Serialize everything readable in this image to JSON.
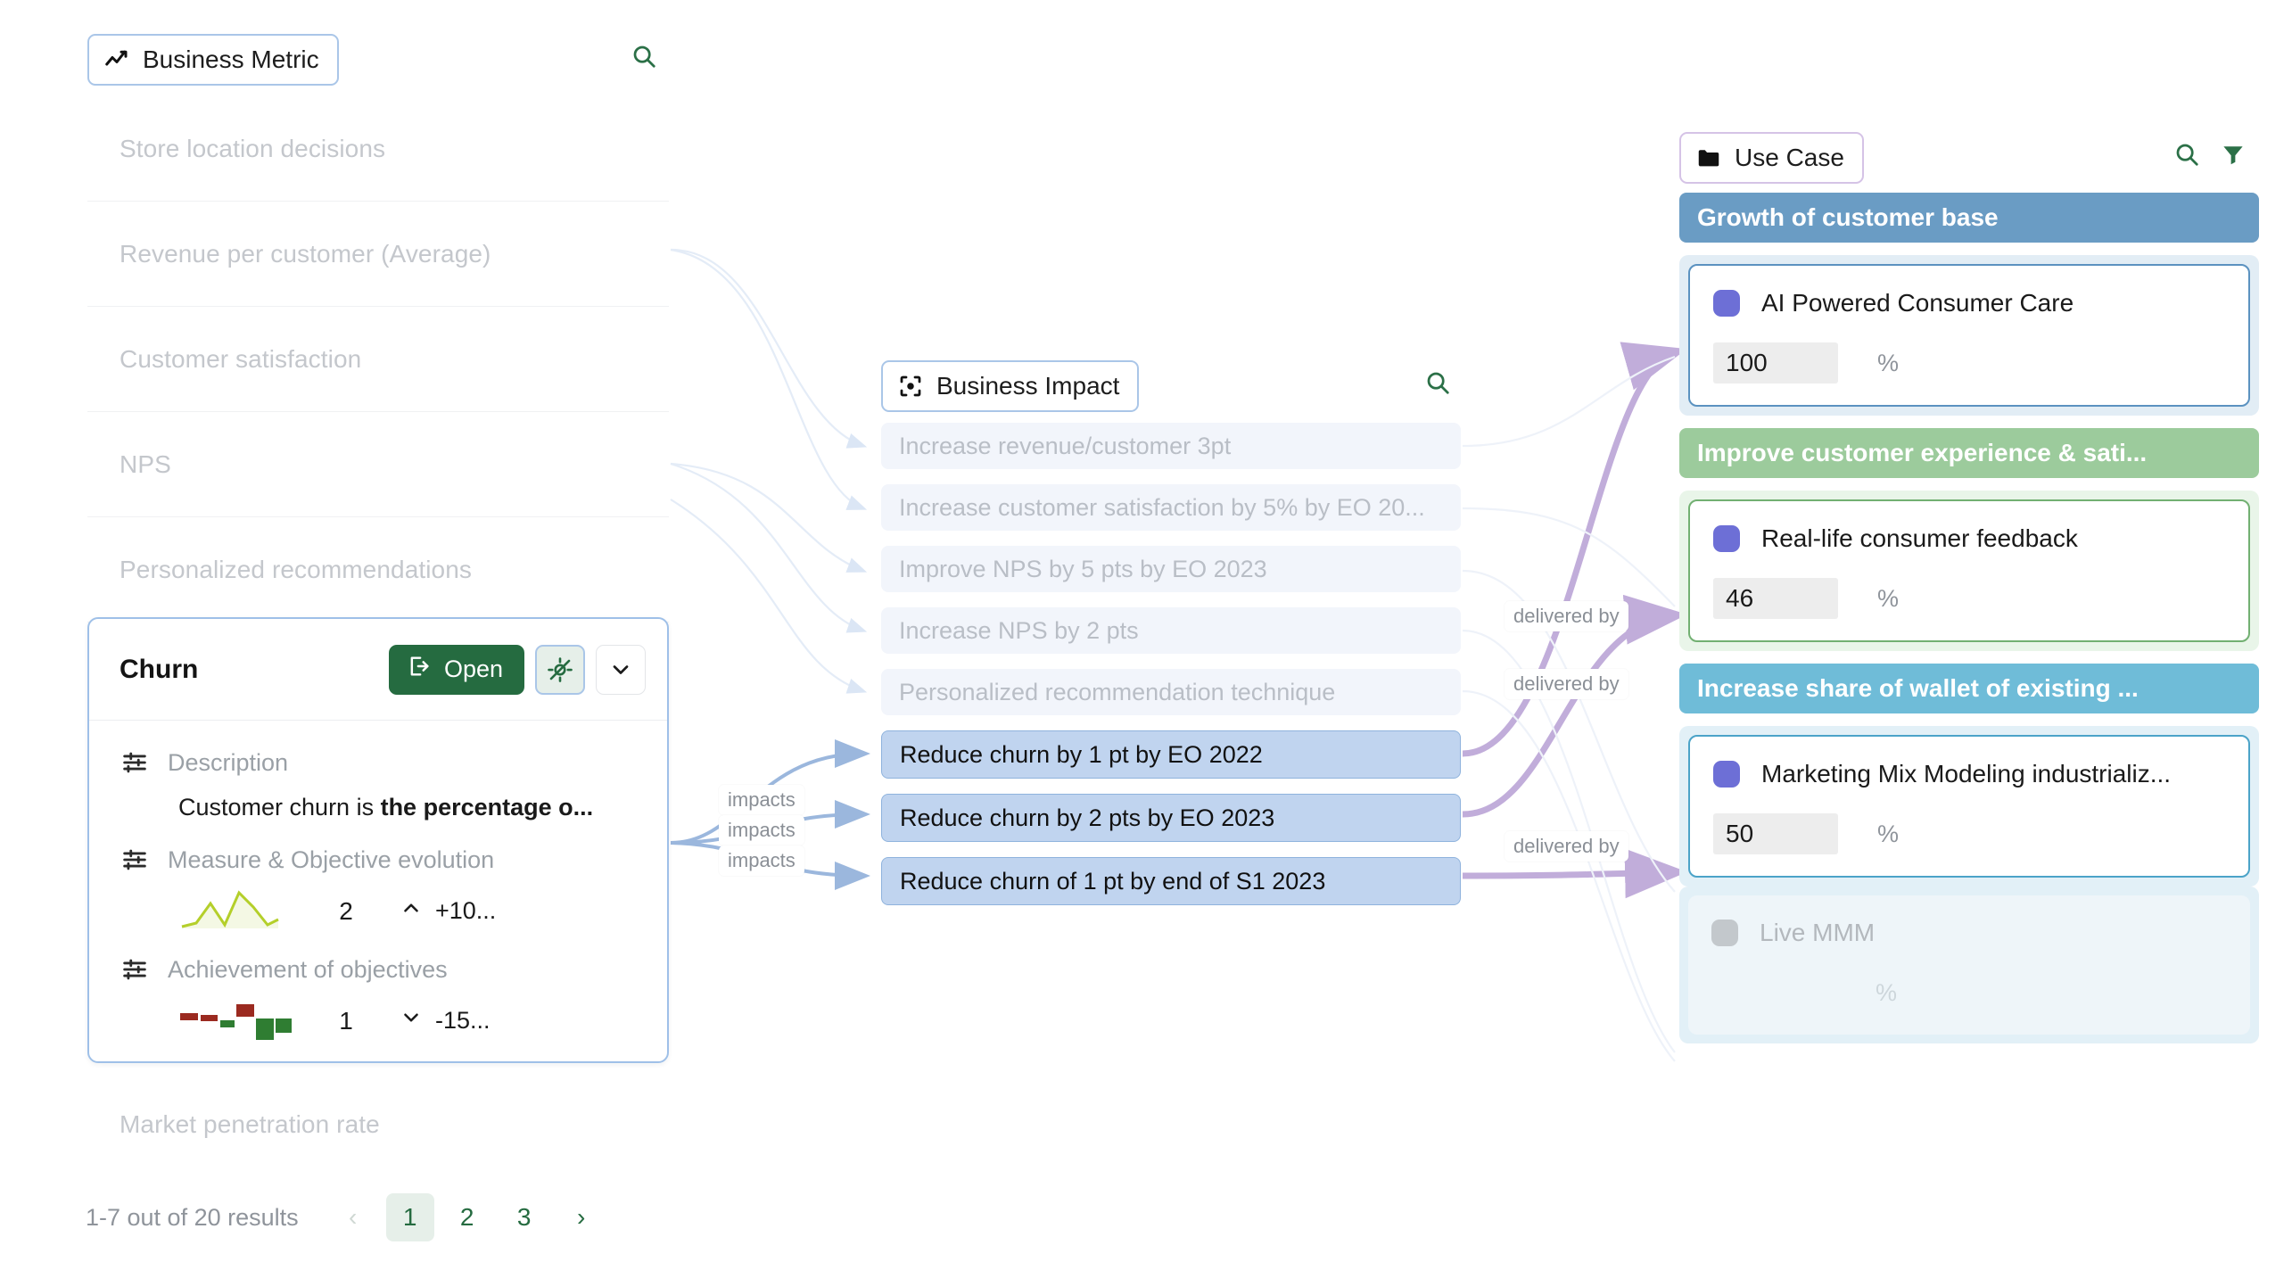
{
  "business_metric": {
    "pill_label": "Business Metric",
    "pill_icon": "line-chart-icon",
    "search_icon": "search-icon",
    "items": [
      {
        "label": "Store location decisions"
      },
      {
        "label": "Revenue per customer (Average)"
      },
      {
        "label": "Customer satisfaction"
      },
      {
        "label": "NPS"
      },
      {
        "label": "Personalized recommendations"
      }
    ],
    "trailing_items": [
      {
        "label": "Market penetration rate"
      }
    ],
    "selected_card": {
      "title": "Churn",
      "open_label": "Open",
      "open_icon": "external-link-icon",
      "focus_off_icon": "focus-off-icon",
      "chevron_icon": "chevron-down-icon",
      "description_label": "Description",
      "description_prefix": "Customer churn is ",
      "description_bold": "the percentage o...",
      "measure_label": "Measure & Objective evolution",
      "measure_value": "2",
      "measure_delta": "+10...",
      "measure_delta_dir": "up",
      "achievement_label": "Achievement of objectives",
      "achievement_value": "1",
      "achievement_delta": "-15...",
      "achievement_delta_dir": "down"
    },
    "pagination": {
      "summary": "1-7 out of 20 results",
      "prev": "‹",
      "next": "›",
      "pages": [
        "1",
        "2",
        "3"
      ],
      "current": "1"
    }
  },
  "business_impact": {
    "pill_label": "Business Impact",
    "pill_icon": "focus-target-icon",
    "search_icon": "search-icon",
    "items": [
      {
        "label": "Increase revenue/customer 3pt",
        "highlighted": false
      },
      {
        "label": "Increase customer satisfaction by 5% by EO 20...",
        "highlighted": false
      },
      {
        "label": "Improve NPS by 5 pts by EO 2023",
        "highlighted": false
      },
      {
        "label": "Increase NPS by 2 pts",
        "highlighted": false
      },
      {
        "label": "Personalized recommendation technique",
        "highlighted": false
      },
      {
        "label": "Reduce churn by 1 pt by EO 2022",
        "highlighted": true
      },
      {
        "label": "Reduce churn by 2 pts by EO 2023",
        "highlighted": true
      },
      {
        "label": "Reduce churn of 1 pt by end of S1 2023",
        "highlighted": true
      }
    ]
  },
  "use_case": {
    "pill_label": "Use Case",
    "pill_icon": "folder-icon",
    "search_icon": "search-icon",
    "filter_icon": "filter-icon",
    "groups": [
      {
        "header": "Growth of customer base",
        "header_color": "#6a9cc4",
        "body_color": "#e2edf5",
        "card_border": "#5b92c0",
        "cards": [
          {
            "name": "AI Powered Consumer Care",
            "value": "100",
            "unit": "%",
            "muted": false
          }
        ]
      },
      {
        "header": "Improve customer experience & sati...",
        "header_color": "#9ccb9c",
        "body_color": "#e9f5e9",
        "card_border": "#72b072",
        "cards": [
          {
            "name": "Real-life consumer feedback",
            "value": "46",
            "unit": "%",
            "muted": false
          }
        ]
      },
      {
        "header": "Increase share of wallet of existing ...",
        "header_color": "#6fbcd8",
        "body_color": "#e2f0f7",
        "card_border": "#4ba3c8",
        "cards": [
          {
            "name": "Marketing Mix Modeling industrializ...",
            "value": "50",
            "unit": "%",
            "muted": false
          },
          {
            "name": "Live MMM",
            "value": "",
            "unit": "%",
            "muted": true
          }
        ]
      }
    ]
  },
  "edge_labels": {
    "impacts": "impacts",
    "delivered_by": "delivered by"
  },
  "colors": {
    "accent_green": "#256b40",
    "highlight_blue": "#c0d4ef",
    "edge_purple": "#b79fd4",
    "edge_blue": "#9bb7dd",
    "usecase_dot": "#6d6fd6"
  }
}
